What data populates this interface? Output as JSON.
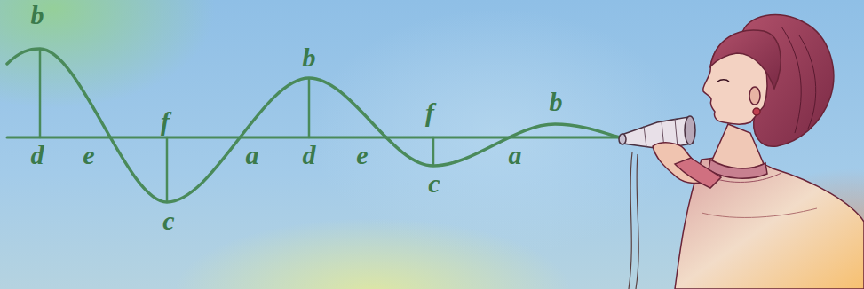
{
  "diagram": {
    "labels": [
      "b",
      "d",
      "e",
      "f",
      "c",
      "a",
      "b",
      "d",
      "e",
      "f",
      "c",
      "a",
      "b"
    ]
  }
}
